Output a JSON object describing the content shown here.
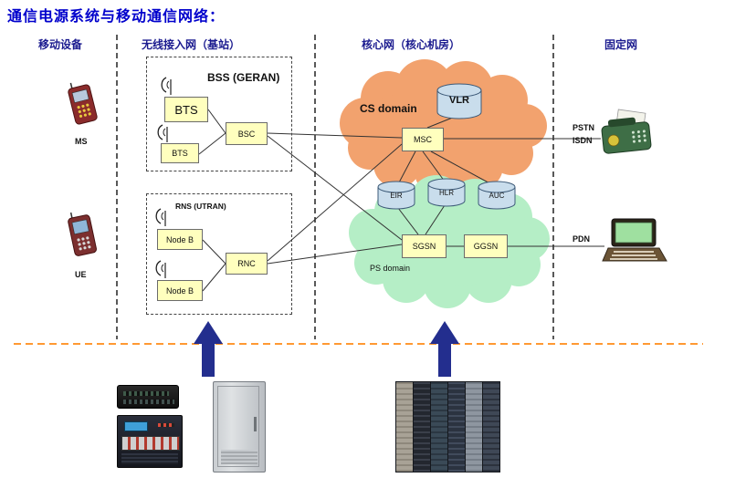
{
  "title": "通信电源系统与移动通信网络：",
  "headers": {
    "mobile": "移动设备",
    "ran": "无线接入网（基站）",
    "core": "核心网（核心机房）",
    "fixed": "固定网"
  },
  "mobile": {
    "ms": "MS",
    "ue": "UE"
  },
  "ran": {
    "bss": "BSS (GERAN)",
    "bts1": "BTS",
    "bts2": "BTS",
    "bsc": "BSC",
    "rns": "RNS (UTRAN)",
    "nodeb1": "Node B",
    "nodeb2": "Node B",
    "rnc": "RNC"
  },
  "core": {
    "cs": "CS domain",
    "ps": "PS domain",
    "vlr": "VLR",
    "msc": "MSC",
    "eir": "EIR",
    "hlr": "HLR",
    "auc": "AUC",
    "sgsn": "SGSN",
    "ggsn": "GGSN"
  },
  "fixed": {
    "pstn": "PSTN",
    "isdn": "ISDN",
    "pdn": "PDN"
  },
  "icons": {
    "antenna": "antenna-arc-icon",
    "ms_phone": "mobile-phone-icon",
    "ue_phone": "mobile-phone-icon",
    "pstn_phone": "fax-phone-icon",
    "pdn_laptop": "laptop-icon",
    "power_arrow": "up-arrow-icon"
  },
  "colors": {
    "title": "#0000cc",
    "header": "#1b1b8f",
    "cs_cloud": "#f2a26e",
    "ps_cloud": "#b5eec6",
    "node_fill": "#ffffbe",
    "cylinder_fill": "#c9ddec",
    "arrow_blue": "#232e8e",
    "power_dashed_line": "#ff9933"
  }
}
